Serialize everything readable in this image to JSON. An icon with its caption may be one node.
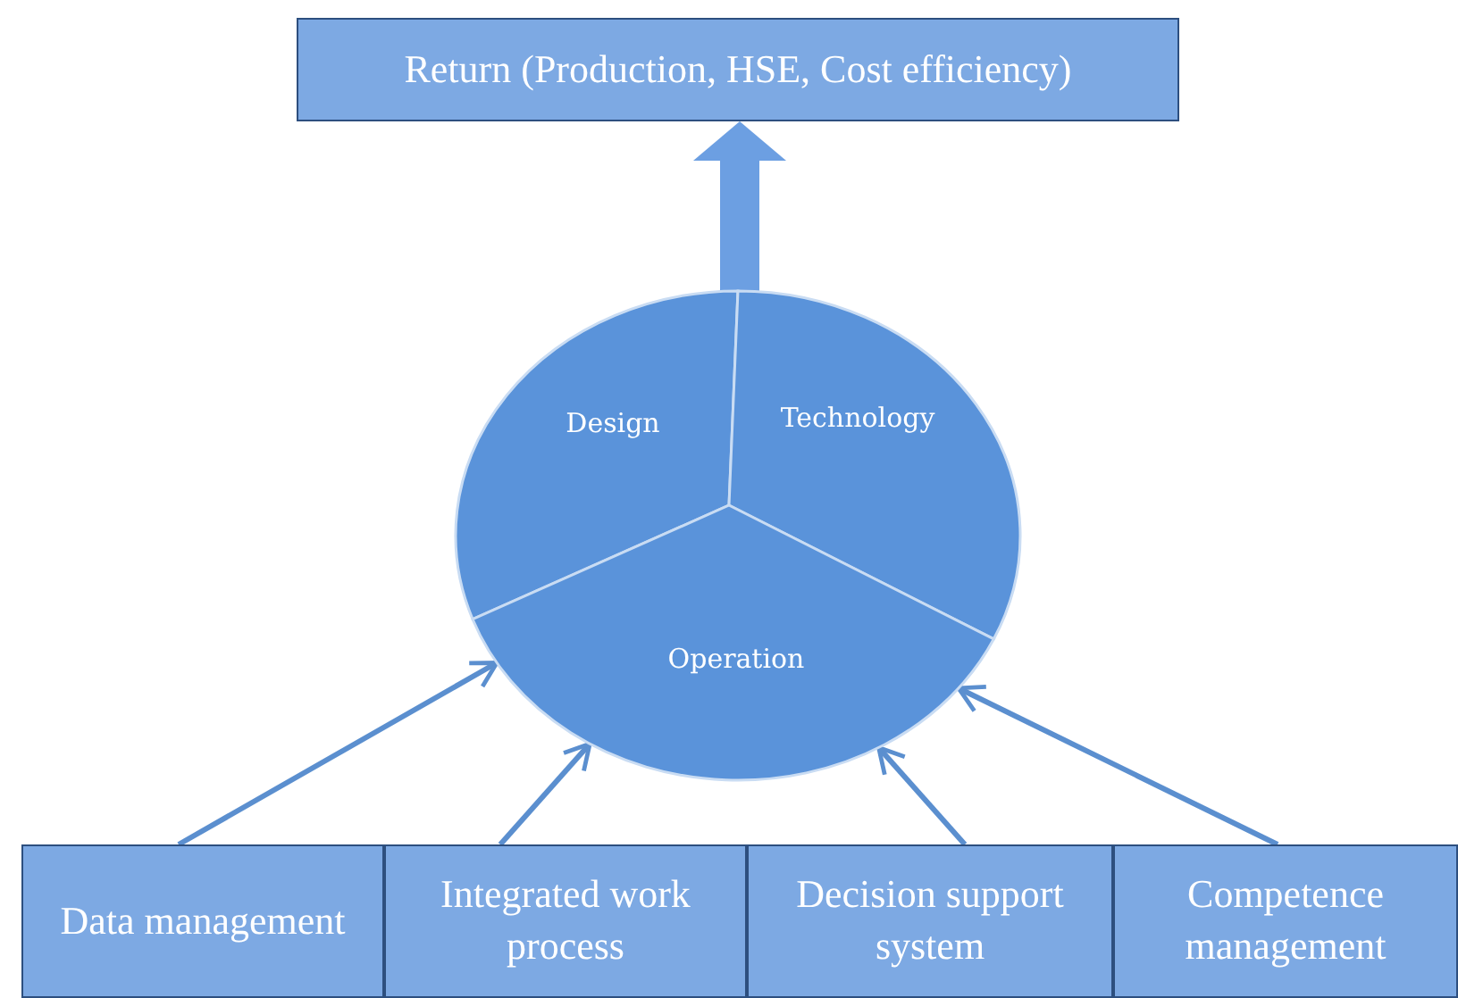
{
  "diagram": {
    "nodes": [
      {
        "text": [
          "Return (Production, HSE, Cost efficiency)"
        ]
      },
      {
        "text": [],
        "shape": "circle"
      },
      {
        "text": [
          "Design"
        ],
        "in": 1
      },
      {
        "text": [
          "Technology"
        ],
        "in": 1
      },
      {
        "text": [
          "Operation"
        ],
        "in": 1
      },
      {
        "text": [
          "Data management"
        ]
      },
      {
        "text": [
          "Integrated work process"
        ]
      },
      {
        "text": [
          "Decision support system"
        ]
      },
      {
        "text": [
          "Competence management"
        ]
      }
    ],
    "edges": [
      {
        "from": 1,
        "to": 0,
        "arrow": "to",
        "style": "thick"
      },
      {
        "from": 5,
        "to": 1,
        "arrow": "to"
      },
      {
        "from": 6,
        "to": 1,
        "arrow": "to"
      },
      {
        "from": 7,
        "to": 1,
        "arrow": "to"
      },
      {
        "from": 8,
        "to": 1,
        "arrow": "to"
      }
    ]
  }
}
